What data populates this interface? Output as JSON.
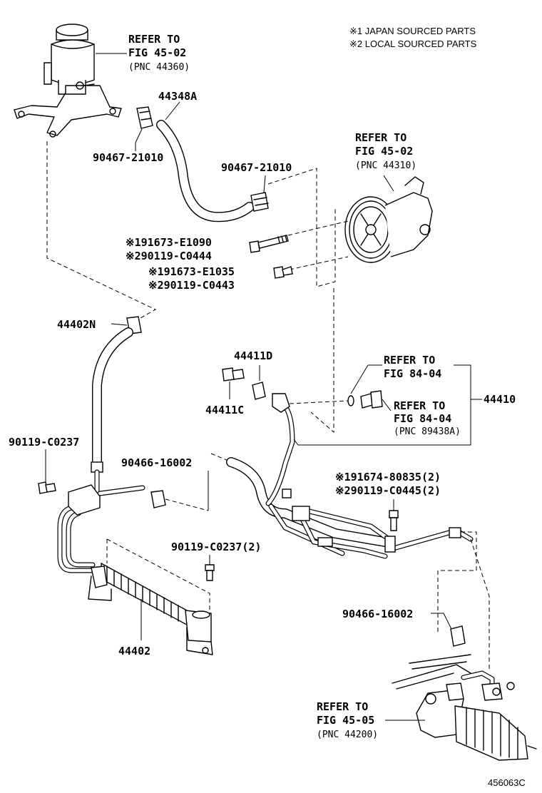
{
  "notes": {
    "japan": "※1 JAPAN SOURCED PARTS",
    "local": "※2 LOCAL SOURCED PARTS"
  },
  "labels": {
    "ref_reservoir": [
      "REFER TO",
      "FIG 45-02",
      "(PNC 44360)"
    ],
    "p44348A": "44348A",
    "p90467_a": "90467-21010",
    "p90467_b": "90467-21010",
    "ref_pump": [
      "REFER TO",
      "FIG 45-02",
      "(PNC 44310)"
    ],
    "bolt1": [
      "※191673-E1090",
      "※290119-C0444"
    ],
    "bolt2": [
      "※191673-E1035",
      "※290119-C0443"
    ],
    "p44402N": "44402N",
    "p44411D": "44411D",
    "p44411C": "44411C",
    "ref_84_a": [
      "REFER TO",
      "FIG 84-04"
    ],
    "ref_84_b": [
      "REFER TO",
      "FIG 84-04",
      "(PNC 89438A)"
    ],
    "p44410": "44410",
    "p90119_c0237": "90119-C0237",
    "p90466_a": "90466-16002",
    "bolt3": [
      "※191674-80835(2)",
      "※290119-C0445(2)"
    ],
    "p90119_c0237_2": "90119-C0237(2)",
    "p44402": "44402",
    "p90466_b": "90466-16002",
    "ref_gear": [
      "REFER TO",
      "FIG 45-05",
      "(PNC 44200)"
    ],
    "figure_id": "456063C"
  }
}
